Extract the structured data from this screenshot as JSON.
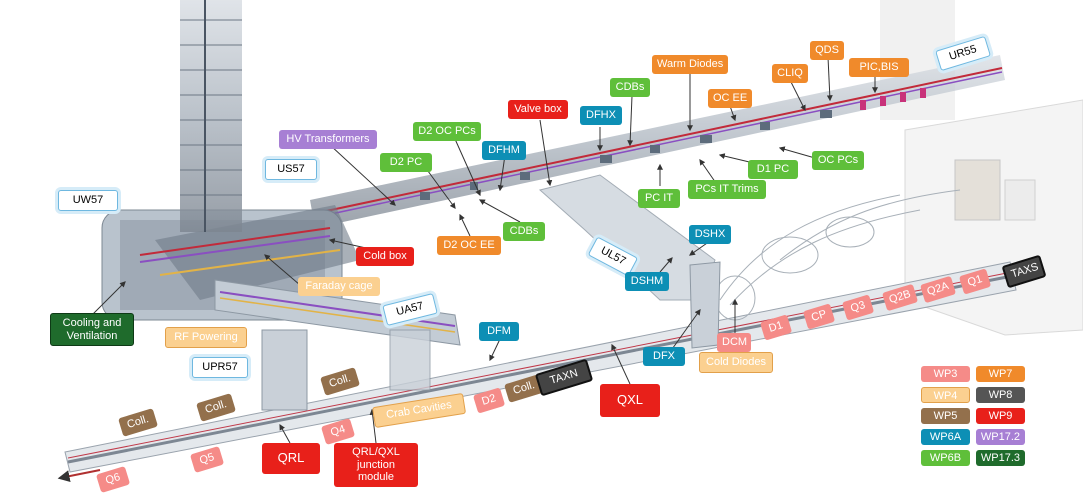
{
  "colors": {
    "red": "#e8201a",
    "orange": "#f08a2b",
    "light_orange": "#fbd090",
    "green": "#5fbf3a",
    "dark_green": "#1f6b2c",
    "blue": "#0d8fb5",
    "purple": "#a77fd4",
    "brown": "#93704c",
    "pink": "#f58b88",
    "dark_grey": "#555555",
    "black": "#333333",
    "white": "#ffffff"
  },
  "labels": {
    "uw57": "UW57",
    "us57": "US57",
    "hv_transformers": "HV Transformers",
    "d2_oc_pcs": "D2 OC PCs",
    "d2_pc": "D2 PC",
    "dfhm": "DFHM",
    "valve_box": "Valve box",
    "dfhx": "DFHX",
    "cdbs_top": "CDBs",
    "warm_diodes": "Warm Diodes",
    "oc_ee": "OC EE",
    "cliq": "CLIQ",
    "qds": "QDS",
    "pic_bis": "PIC,BIS",
    "ur55": "UR55",
    "d1_pc": "D1 PC",
    "oc_pcs": "OC PCs",
    "pcs_it_trims": "PCs IT Trims",
    "pc_it": "PC IT",
    "cdbs_mid": "CDBs",
    "d2_oc_ee": "D2 OC EE",
    "cold_box": "Cold box",
    "faraday_cage": "Faraday cage",
    "ul57": "UL57",
    "dshx": "DSHX",
    "dshm": "DSHM",
    "cooling_ventilation": "Cooling and Ventilation",
    "rf_powering": "RF Powering",
    "ua57": "UA57",
    "dfm": "DFM",
    "upr57": "UPR57",
    "coll_1": "Coll.",
    "coll_2": "Coll.",
    "coll_3": "Coll.",
    "coll_4": "Coll.",
    "taxn": "TAXN",
    "crab_cavities": "Crab Cavities",
    "d2": "D2",
    "qxl": "QXL",
    "dfx": "DFX",
    "dcm": "DCM",
    "cold_diodes": "Cold Diodes",
    "d1": "D1",
    "cp": "CP",
    "q3": "Q3",
    "q2b": "Q2B",
    "q2a": "Q2A",
    "q1": "Q1",
    "taxs": "TAXS",
    "q4": "Q4",
    "q5": "Q5",
    "q6": "Q6",
    "qrl": "QRL",
    "qrl_qxl_junction": "QRL/QXL junction module"
  },
  "legend": [
    {
      "label": "WP3",
      "color": "pink"
    },
    {
      "label": "WP7",
      "color": "orange"
    },
    {
      "label": "WP4",
      "color": "light_orange"
    },
    {
      "label": "WP8",
      "color": "dark_grey"
    },
    {
      "label": "WP5",
      "color": "brown"
    },
    {
      "label": "WP9",
      "color": "red"
    },
    {
      "label": "WP6A",
      "color": "blue"
    },
    {
      "label": "WP17.2",
      "color": "purple"
    },
    {
      "label": "WP6B",
      "color": "green"
    },
    {
      "label": "WP17.3",
      "color": "dark_green"
    }
  ]
}
